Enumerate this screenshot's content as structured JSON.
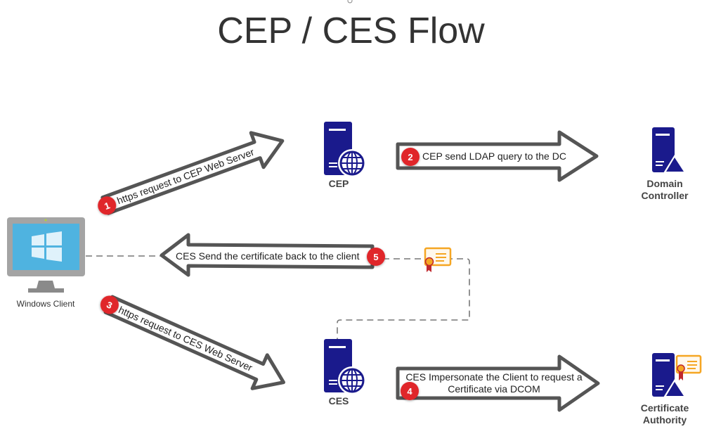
{
  "title": "CEP / CES Flow",
  "colors": {
    "server_blue": "#1a1a8c",
    "arrow_outline": "#555555",
    "badge_red": "#e0262b",
    "cert_orange": "#f5a623",
    "ribbon_red": "#c0282d",
    "monitor_gray": "#9a9a9a",
    "screen_blue": "#4fb3e0",
    "dashed_line": "#777777"
  },
  "nodes": {
    "windows_client": {
      "label": "Windows Client",
      "icon": "windows-monitor-icon"
    },
    "cep": {
      "label": "CEP",
      "icon": "web-server-icon"
    },
    "ces": {
      "label": "CES",
      "icon": "web-server-icon"
    },
    "domain_controller": {
      "label_line1": "Domain",
      "label_line2": "Controller",
      "icon": "domain-controller-icon"
    },
    "certificate_authority": {
      "label_line1": "Certificate",
      "label_line2": "Authority",
      "icon": "certificate-authority-icon"
    },
    "certificate": {
      "icon": "certificate-icon"
    }
  },
  "steps": [
    {
      "number": "1",
      "text": "https request  to CEP Web Server"
    },
    {
      "number": "2",
      "text": "CEP send LDAP query to the DC"
    },
    {
      "number": "3",
      "text": "https request  to CES Web Server"
    },
    {
      "number": "4",
      "text_line1": "CES Impersonate the Client to request a",
      "text_line2": "Certificate via DCOM"
    },
    {
      "number": "5",
      "text": "CES Send the certificate back to the client"
    }
  ]
}
